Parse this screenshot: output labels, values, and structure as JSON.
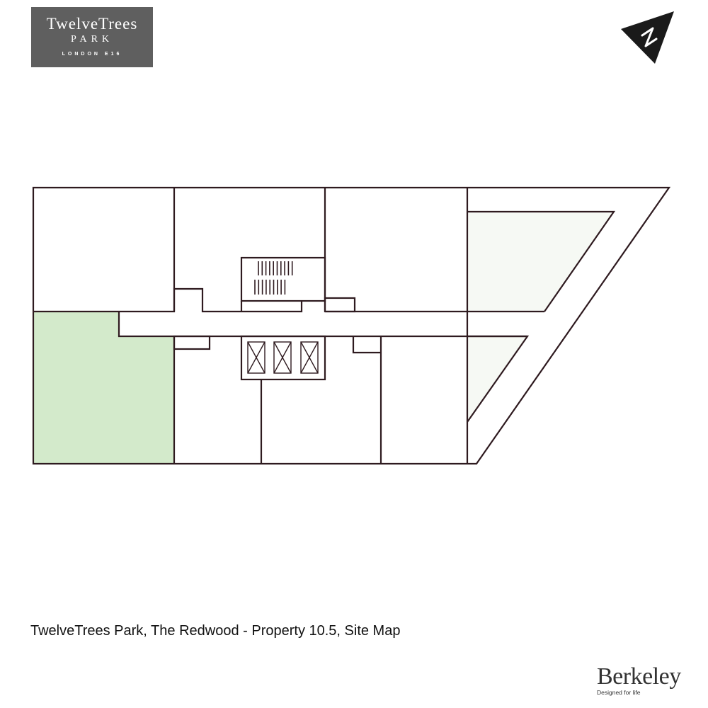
{
  "logo": {
    "line1": "TwelveTrees",
    "line2": "PARK",
    "line3": "LONDON E16"
  },
  "north_arrow": {
    "label": "N",
    "icon": "north-arrow-icon"
  },
  "plan": {
    "stroke_color": "#2e1a1f",
    "highlight_color": "#d3eacb",
    "terrace_color": "#f6f9f4"
  },
  "caption": "TwelveTrees Park, The Redwood - Property 10.5, Site Map",
  "brand": {
    "name": "Berkeley",
    "tagline": "Designed for life"
  }
}
